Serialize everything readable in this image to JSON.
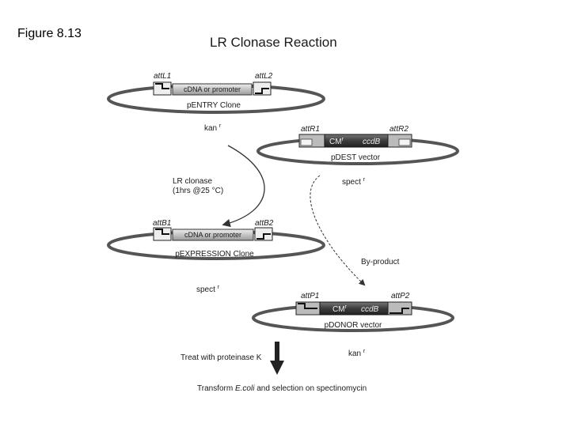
{
  "figure_label": "Figure 8.13",
  "title": "LR Clonase Reaction",
  "entry_clone": {
    "site_left": "attL1",
    "site_right": "attL2",
    "insert": "cDNA or promoter",
    "name": "pENTRY Clone",
    "marker": "kan",
    "marker_sup": "r"
  },
  "dest_vector": {
    "site_left": "attR1",
    "site_right": "attR2",
    "cassette_left": "CM",
    "cassette_left_sup": "r",
    "cassette_right": "ccdB",
    "name": "pDEST vector",
    "marker": "spect",
    "marker_sup": "r"
  },
  "reaction": {
    "enzyme": "LR clonase",
    "conditions": "(1hrs @25 °C)"
  },
  "expression_clone": {
    "site_left": "attB1",
    "site_right": "attB2",
    "insert": "cDNA or promoter",
    "name": "pEXPRESSION Clone",
    "marker": "spect",
    "marker_sup": "r"
  },
  "byproduct": {
    "label": "By-product",
    "site_left": "attP1",
    "site_right": "attP2",
    "cassette_left": "CM",
    "cassette_left_sup": "r",
    "cassette_right": "ccdB",
    "name": "pDONOR vector",
    "marker": "kan",
    "marker_sup": "r"
  },
  "step_treat": "Treat with proteinase K",
  "step_transform": {
    "prefix": "Transform ",
    "organism": "E.coli",
    "suffix": " and selection on spectinomycin"
  },
  "colors": {
    "plasmid_ring": "#555555",
    "insert_fill": "#d2d2d2",
    "cassette_fill": "#4a4a4a",
    "site_fill": "#8a8a8a"
  }
}
